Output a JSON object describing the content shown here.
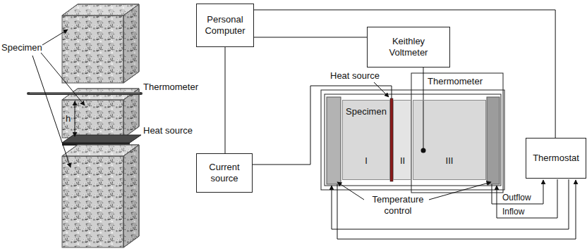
{
  "diagram": {
    "nodes": [
      {
        "text": [
          "Personal Computer"
        ]
      },
      {
        "text": [
          "Keithley Voltmeter"
        ]
      },
      {
        "text": [
          "Current source"
        ]
      },
      {
        "text": [
          "Specimen",
          "I"
        ]
      },
      {
        "text": [
          "II"
        ]
      },
      {
        "text": [
          "III"
        ]
      },
      {
        "text": [
          "Thermostat"
        ]
      }
    ],
    "edges": [
      {
        "from": 0,
        "to": 1,
        "arrow": "none"
      },
      {
        "from": 0,
        "to": 6,
        "arrow": "none"
      },
      {
        "from": 0,
        "to": 2,
        "arrow": "none"
      }
    ],
    "labels": [
      "Specimen",
      "Thermometer",
      "h",
      "Heat source",
      "Heat source",
      "Thermometer",
      "Temperature control",
      "Outflow",
      "Inflow"
    ]
  }
}
